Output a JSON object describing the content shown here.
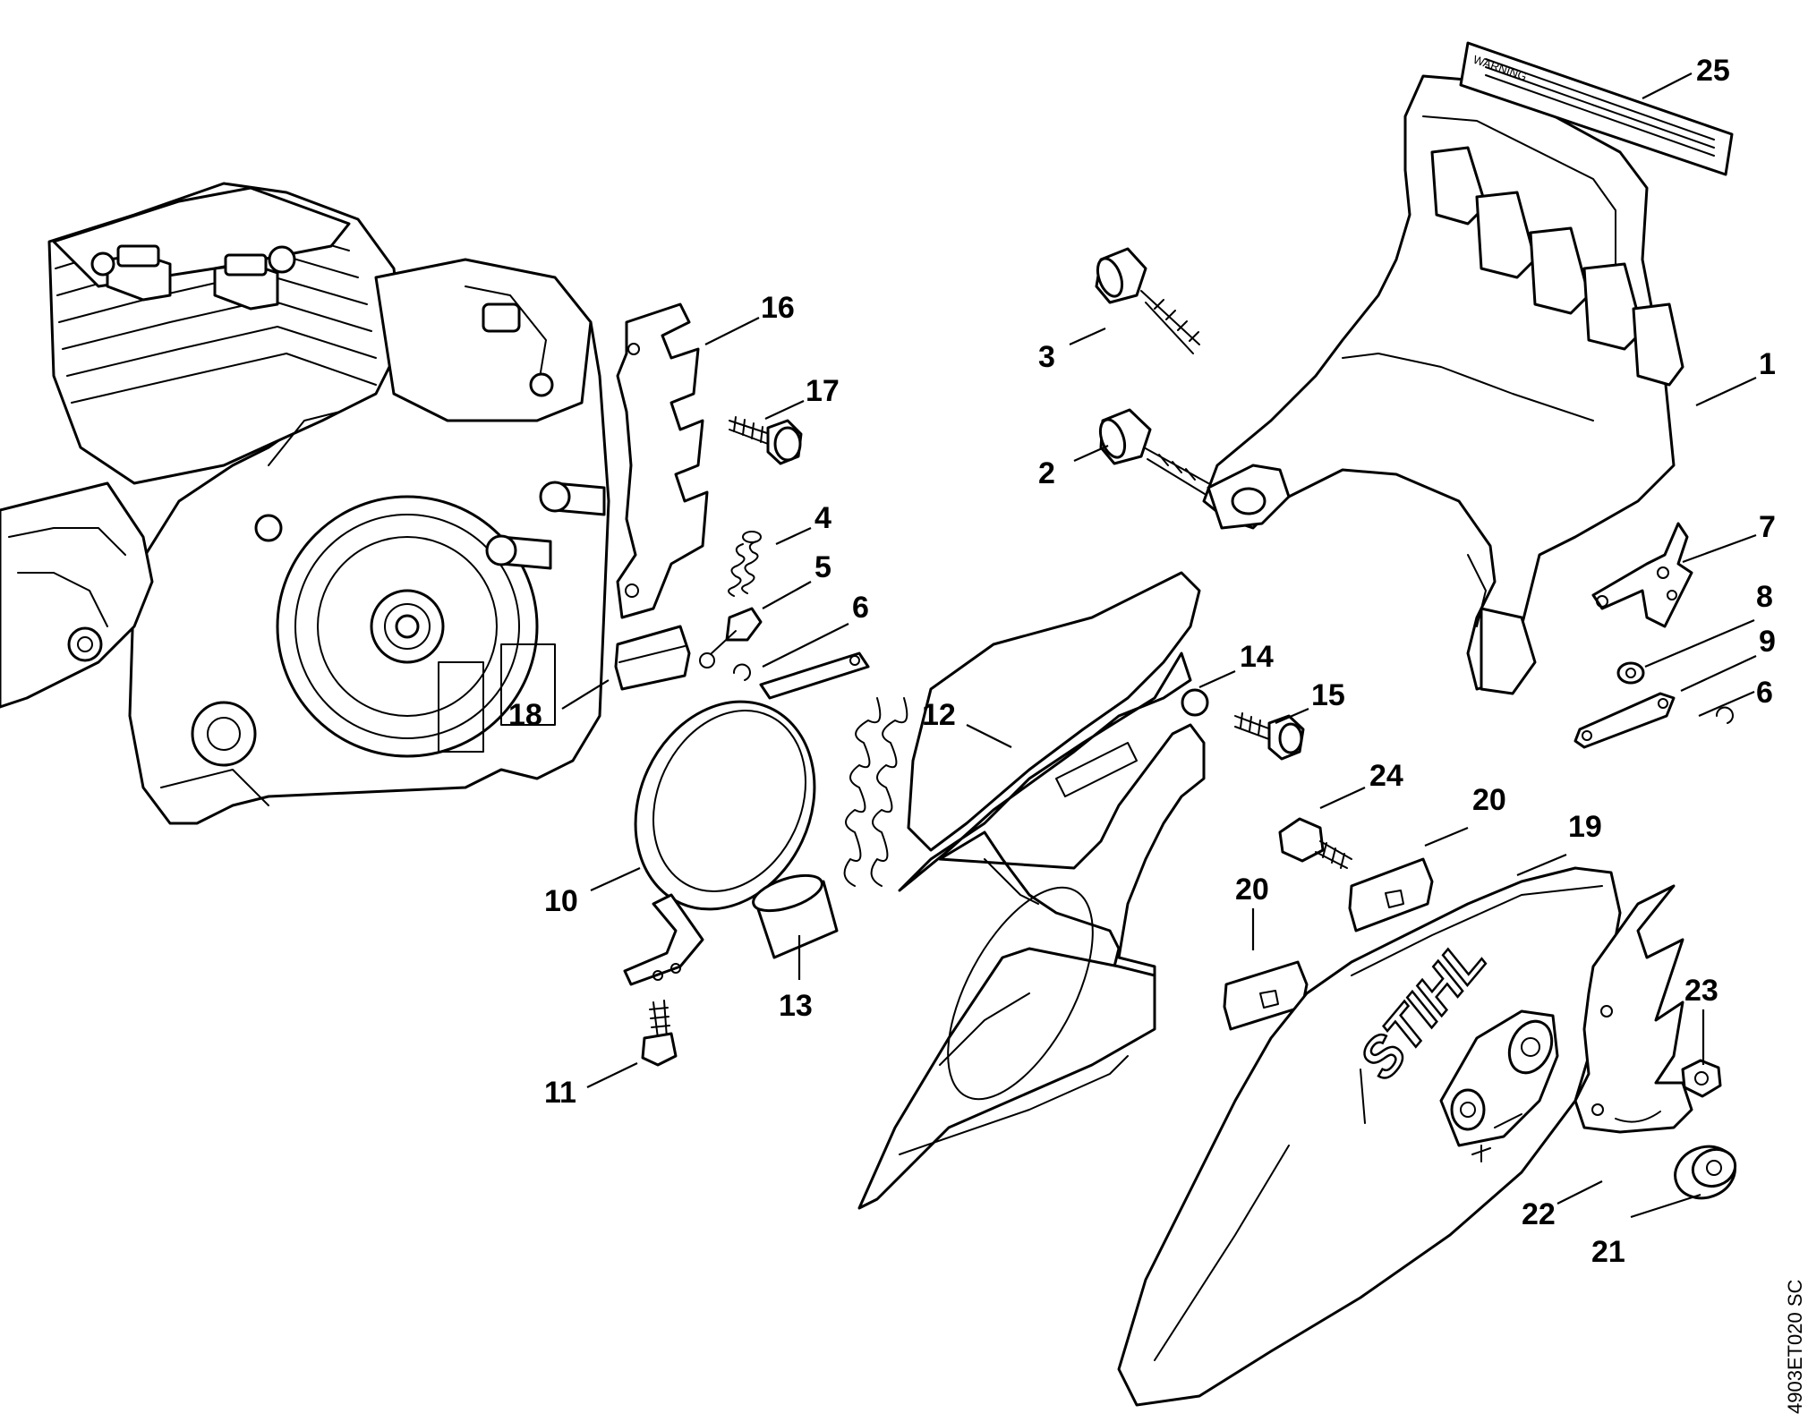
{
  "figure_code": "4903ET020 SC",
  "logo_text": "STIHL",
  "decal_text": "WARNING",
  "callouts": [
    {
      "id": "1",
      "label": "1"
    },
    {
      "id": "2",
      "label": "2"
    },
    {
      "id": "3",
      "label": "3"
    },
    {
      "id": "4",
      "label": "4"
    },
    {
      "id": "5",
      "label": "5"
    },
    {
      "id": "6a",
      "label": "6"
    },
    {
      "id": "6b",
      "label": "6"
    },
    {
      "id": "7",
      "label": "7"
    },
    {
      "id": "8",
      "label": "8"
    },
    {
      "id": "9",
      "label": "9"
    },
    {
      "id": "10",
      "label": "10"
    },
    {
      "id": "11",
      "label": "11"
    },
    {
      "id": "12",
      "label": "12"
    },
    {
      "id": "13",
      "label": "13"
    },
    {
      "id": "14",
      "label": "14"
    },
    {
      "id": "15",
      "label": "15"
    },
    {
      "id": "16",
      "label": "16"
    },
    {
      "id": "17",
      "label": "17"
    },
    {
      "id": "18",
      "label": "18"
    },
    {
      "id": "19",
      "label": "19"
    },
    {
      "id": "20a",
      "label": "20"
    },
    {
      "id": "20b",
      "label": "20"
    },
    {
      "id": "21",
      "label": "21"
    },
    {
      "id": "22",
      "label": "22"
    },
    {
      "id": "23",
      "label": "23"
    },
    {
      "id": "24",
      "label": "24"
    },
    {
      "id": "25",
      "label": "25"
    }
  ]
}
